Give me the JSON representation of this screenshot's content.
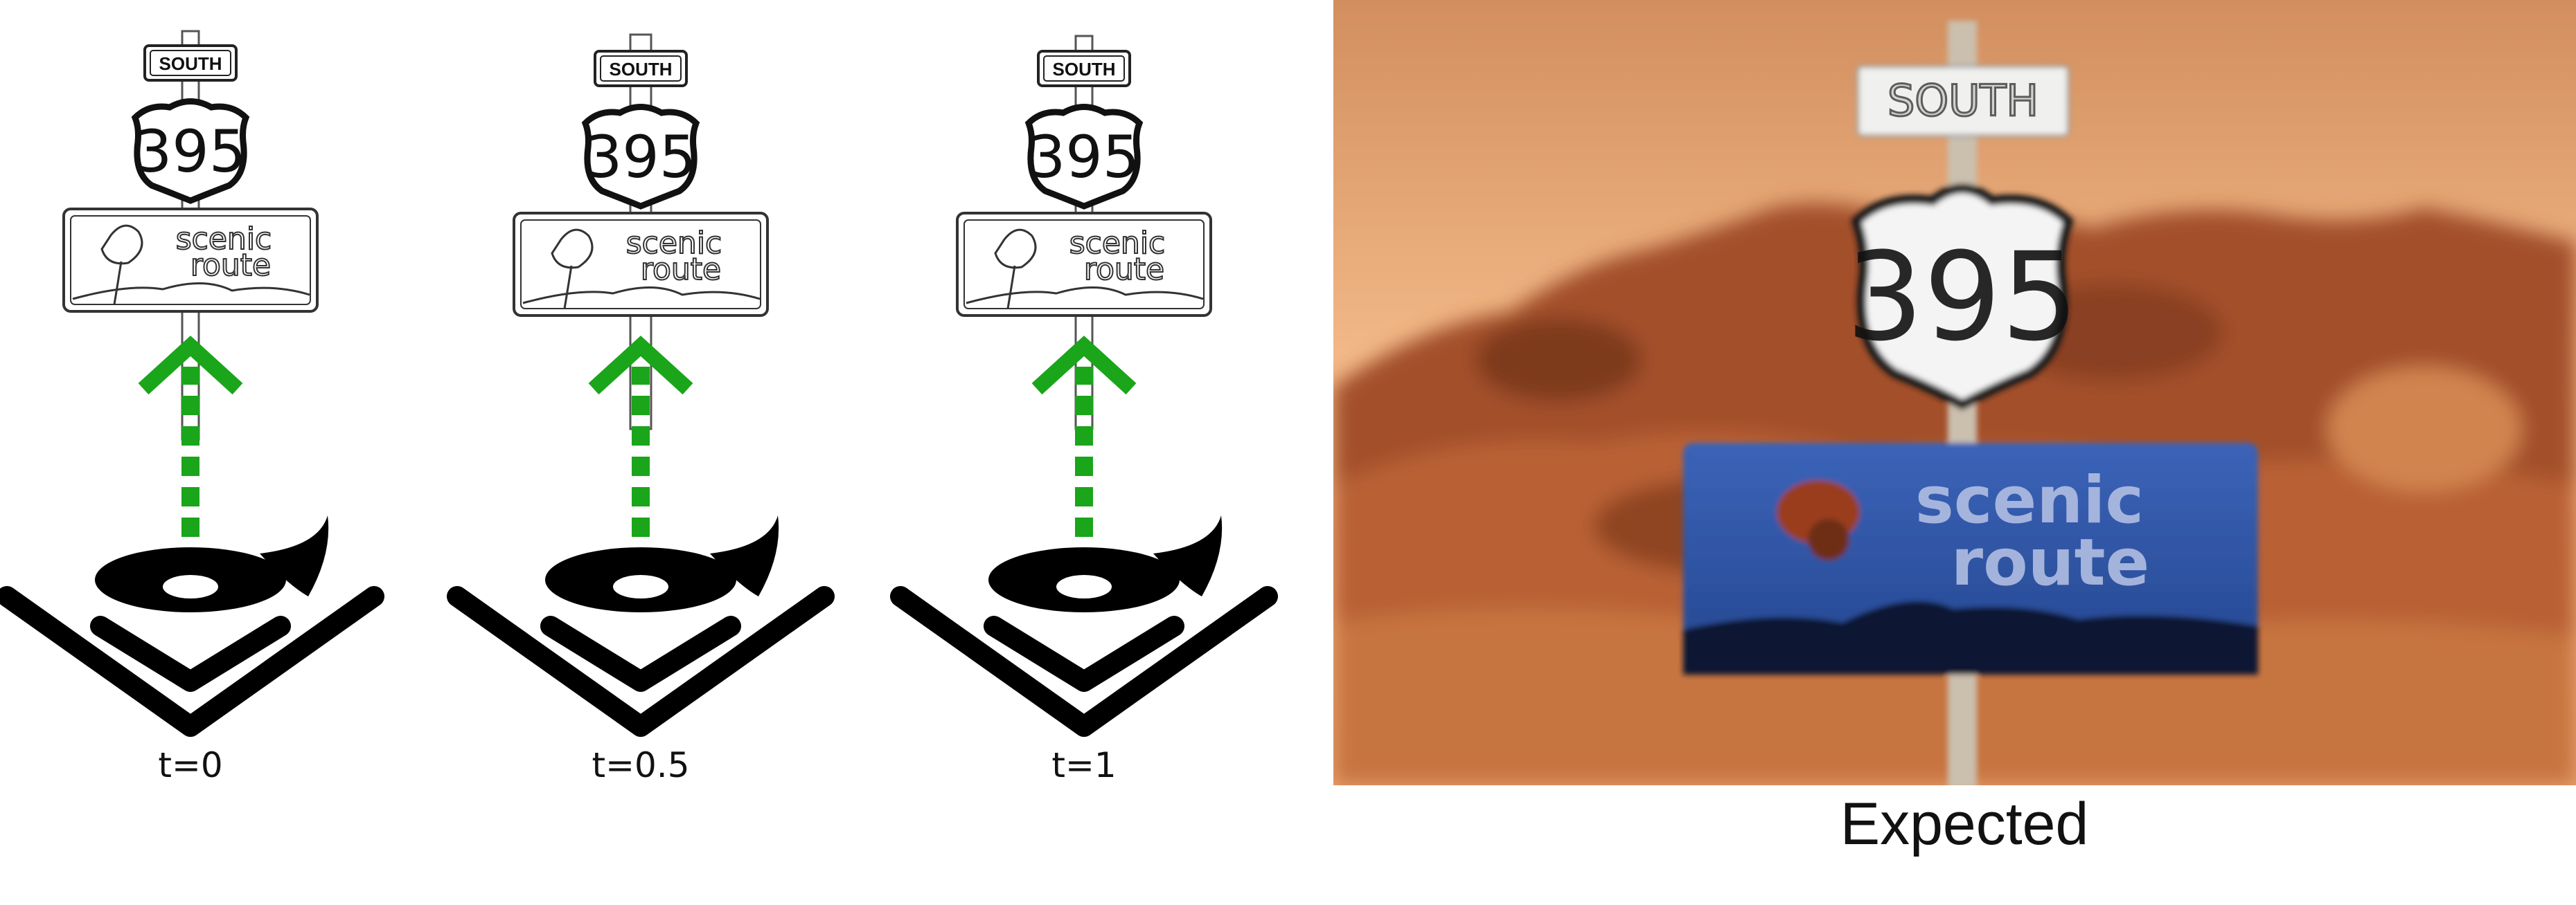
{
  "panels": [
    {
      "label": "t=0",
      "sign": {
        "top_text": "SOUTH",
        "route_number": "395",
        "scenic_line1": "scenic",
        "scenic_line2": "route"
      }
    },
    {
      "label": "t=0.5",
      "sign": {
        "top_text": "SOUTH",
        "route_number": "395",
        "scenic_line1": "scenic",
        "scenic_line2": "route"
      }
    },
    {
      "label": "t=1",
      "sign": {
        "top_text": "SOUTH",
        "route_number": "395",
        "scenic_line1": "scenic",
        "scenic_line2": "route"
      }
    }
  ],
  "photo": {
    "caption": "Expected",
    "sign": {
      "top_text": "SOUTH",
      "route_number": "395",
      "scenic_line1": "scenic",
      "scenic_line2": "route"
    }
  },
  "colors": {
    "arrow": "#1aa51a",
    "eye": "#000000",
    "sign_outline": "#333333",
    "scenic_blue": "#2f56a6",
    "sky_top": "#d99a6a",
    "sky_bottom": "#f0b888",
    "mountain": "#a5532c"
  }
}
